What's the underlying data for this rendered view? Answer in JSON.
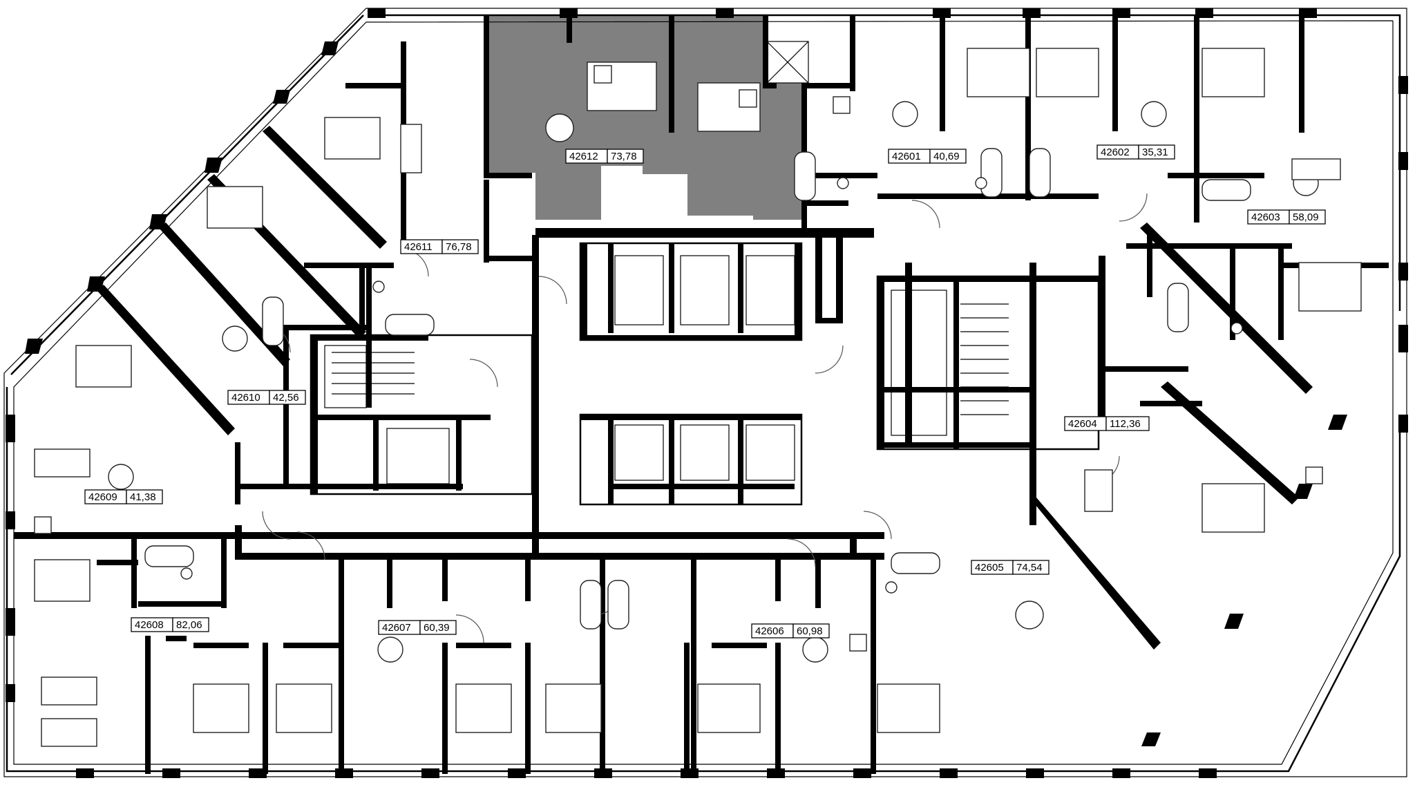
{
  "highlight_color": "#808080",
  "apartments": [
    {
      "id": "42601",
      "area": "40,69"
    },
    {
      "id": "42602",
      "area": "35,31"
    },
    {
      "id": "42603",
      "area": "58,09"
    },
    {
      "id": "42604",
      "area": "112,36"
    },
    {
      "id": "42605",
      "area": "74,54"
    },
    {
      "id": "42606",
      "area": "60,98"
    },
    {
      "id": "42607",
      "area": "60,39"
    },
    {
      "id": "42608",
      "area": "82,06"
    },
    {
      "id": "42609",
      "area": "41,38"
    },
    {
      "id": "42610",
      "area": "42,56"
    },
    {
      "id": "42611",
      "area": "76,78"
    },
    {
      "id": "42612",
      "area": "73,78"
    }
  ],
  "icons": [
    "stair-icon",
    "elevator-icon",
    "bed-icon",
    "bathtub-icon",
    "toilet-icon",
    "sink-icon",
    "table-icon",
    "sofa-icon",
    "stove-icon"
  ]
}
